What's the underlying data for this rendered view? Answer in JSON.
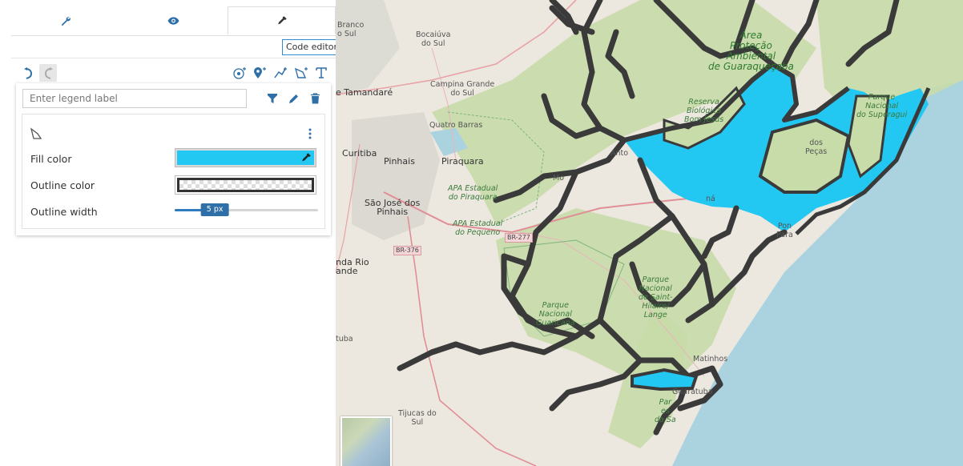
{
  "tabs": [
    {
      "icon": "wrench-icon",
      "label": "Settings"
    },
    {
      "icon": "eye-icon",
      "label": "Preview"
    },
    {
      "icon": "eyedropper-icon",
      "label": "Style"
    }
  ],
  "toolbar": {
    "code_editor_label": "Code editor",
    "tools": [
      "undo-icon",
      "redo-icon",
      "target-icon",
      "add-point-icon",
      "draw-line-icon",
      "draw-polygon-icon",
      "text-icon"
    ]
  },
  "legend": {
    "placeholder": "Enter legend label",
    "actions": [
      "filter-icon",
      "pencil-icon",
      "trash-icon"
    ]
  },
  "style": {
    "geometry_icon": "polygon-icon",
    "fill_color_label": "Fill color",
    "fill_color": "#22c7f2",
    "outline_color_label": "Outline color",
    "outline_color": "#333333",
    "outline_width_label": "Outline width",
    "outline_width_value": "5 px",
    "outline_width_fraction": 0.28
  },
  "colors": {
    "accent": "#2e8bd4",
    "water_fill": "#22c7f2",
    "outline": "#3a3a3a",
    "sea": "#aad3df",
    "forest": "#c8dcaa"
  },
  "map": {
    "labels": {
      "branco": "Branco\no Sul",
      "bocaiuva": "Bocaiúva\ndo Sul",
      "area_protecao": "Área\nProteção\nAmbiental\nde Guaraqueçaba",
      "tamandare": "e Tamandaré",
      "campina": "Campina Grande\ndo Sul",
      "reserva": "Reserva\nBiológica\nBom Jesus",
      "parque_superagui": "Parque\nNacional\ndo Superagui",
      "quatro_barras": "Quatro Barras",
      "curitiba": "Curitiba",
      "pinhais": "Pinhais",
      "piraquara": "Piraquara",
      "antonina": "Anto",
      "morretes": "Mo",
      "pecas": "dos\nPeças",
      "apa_piraquara": "APA Estadual\ndo Piraquara",
      "sao_jose": "São José dos\nPinhais",
      "paranagua": "ná",
      "apa_pequeno": "APA Estadual\ndo Pequeno",
      "br277": "BR-277",
      "pontal": "Pon\nPara",
      "br376": "BR-376",
      "rio_grande": "nda Rio\nande",
      "parque_saint": "Parque\nNacional\nde Saint-\nHilaire/\nLange",
      "parque_guaricana": "Parque\nNacional\nGuaricana",
      "tuba": "tuba",
      "matinhos": "Matinhos",
      "guaratuba": "Guaratuba",
      "tijucas": "Tijucas do\nSul",
      "serra": "Par\nes\nda Sa"
    }
  }
}
